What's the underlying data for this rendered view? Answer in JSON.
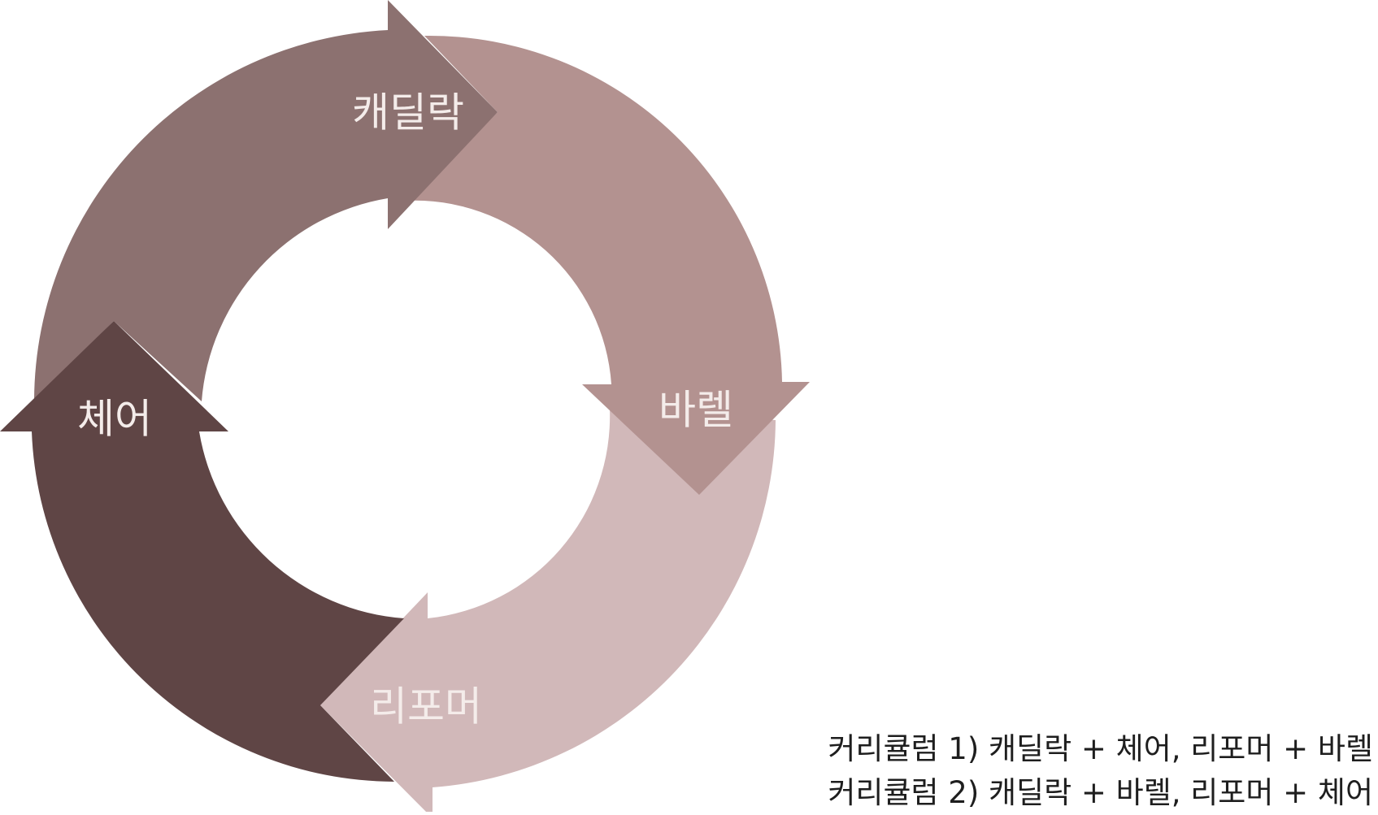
{
  "diagram": {
    "segments": [
      {
        "label": "캐딜락",
        "color": "#8c7170"
      },
      {
        "label": "바렐",
        "color": "#b39290"
      },
      {
        "label": "리포머",
        "color": "#d1b8b9"
      },
      {
        "label": "체어",
        "color": "#5f4545"
      }
    ]
  },
  "curriculum": [
    "커리큘럼 1) 캐딜락 + 체어, 리포머 + 바렐",
    "커리큘럼 2) 캐딜락 + 바렐, 리포머 + 체어"
  ]
}
